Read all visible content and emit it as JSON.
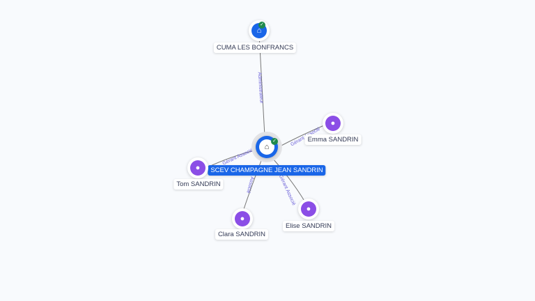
{
  "nodes": {
    "central": {
      "label": "SCEV CHAMPAGNE JEAN SANDRIN",
      "icon": "building-icon",
      "verified": true
    },
    "cuma": {
      "label": "CUMA LES BONFRANCS",
      "icon": "building-icon",
      "verified": true
    },
    "emma": {
      "label": "Emma SANDRIN",
      "icon": "person-icon"
    },
    "tom": {
      "label": "Tom SANDRIN",
      "icon": "person-icon"
    },
    "clara": {
      "label": "Clara SANDRIN",
      "icon": "person-icon"
    },
    "elise": {
      "label": "Elise SANDRIN",
      "icon": "person-icon"
    }
  },
  "edges": {
    "cuma": "Administrateur",
    "emma": "Gérant Associé",
    "tom": "Gérant Associé",
    "clara": "Associé",
    "elise": "Gérant Associé"
  },
  "colors": {
    "company": "#1a66e8",
    "person": "#8b4ee6",
    "verified": "#1f8a4c",
    "edge_label": "#6a5fd8"
  }
}
